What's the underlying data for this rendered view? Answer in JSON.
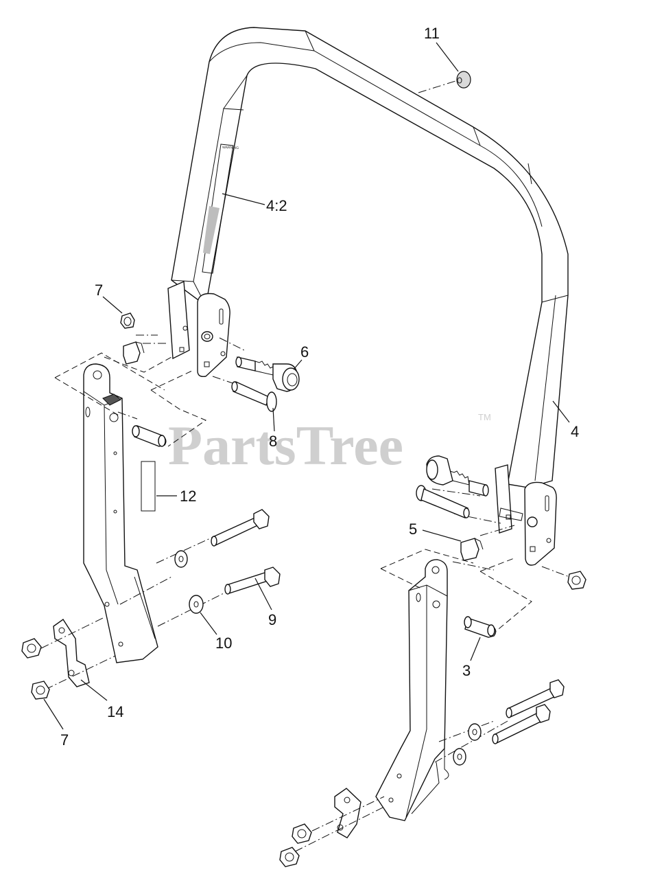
{
  "labels": {
    "l11": "11",
    "l4_2": "4:2",
    "l7_top": "7",
    "l6": "6",
    "l8": "8",
    "l4": "4",
    "l12": "12",
    "l5": "5",
    "l9": "9",
    "l10": "10",
    "l3": "3",
    "l14": "14",
    "l7_bottom": "7"
  },
  "watermark": {
    "text": "PartsTree",
    "trademark": "TM"
  },
  "colors": {
    "line": "#111111",
    "watermark": "#cfcfcf",
    "background": "#ffffff"
  }
}
